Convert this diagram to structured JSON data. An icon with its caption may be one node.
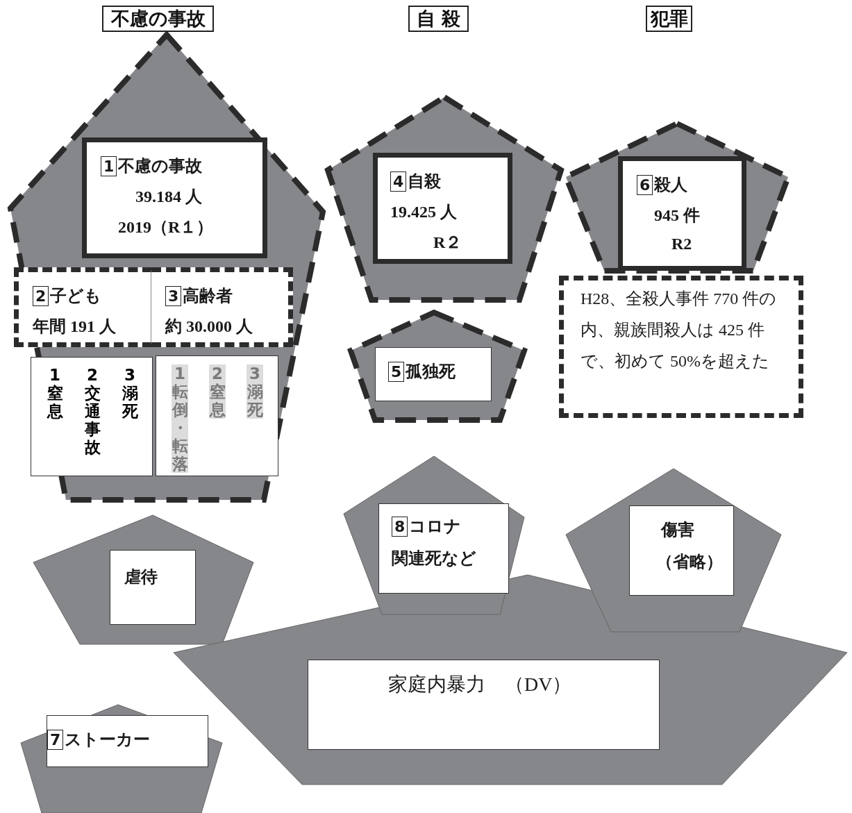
{
  "diagram": {
    "nodes": [
      {
        "text": [
          "不慮の事故"
        ]
      },
      {
        "text": [
          "自 殺"
        ]
      },
      {
        "text": [
          "犯罪"
        ]
      },
      {
        "text": [],
        "shape": "pentagon"
      },
      {
        "text": [
          "1",
          "不慮の事故",
          "39.184 人",
          "2019（R１）"
        ],
        "in": 3
      },
      {
        "text": [
          "2",
          "子ども",
          "年間 191 人"
        ],
        "in": 3
      },
      {
        "text": [
          "3",
          "高齢者",
          "約 30.000 人"
        ],
        "in": 3
      },
      {
        "text": [
          "1 窒息",
          "2 交通事故",
          "3 溺死"
        ],
        "in": 3
      },
      {
        "text": [
          "1 転倒・転落",
          "2 窒息",
          "3 溺死"
        ],
        "in": 3
      },
      {
        "text": [],
        "shape": "pentagon"
      },
      {
        "text": [
          "4",
          "自殺",
          "19.425 人",
          "R２"
        ],
        "in": 9
      },
      {
        "text": [],
        "shape": "pentagon"
      },
      {
        "text": [
          "5",
          "孤独死"
        ],
        "in": 11
      },
      {
        "text": [],
        "shape": "pentagon"
      },
      {
        "text": [
          "6",
          "殺人",
          "945 件",
          "R2"
        ],
        "in": 13
      },
      {
        "text": [
          "H28、全殺人事件 770 件の内、親族間殺人は 425 件で、初めて 50%を超えた"
        ]
      },
      {
        "text": [],
        "shape": "pentagon"
      },
      {
        "text": [
          "8",
          "コロナ",
          "関連死など"
        ],
        "in": 16
      },
      {
        "text": [],
        "shape": "pentagon"
      },
      {
        "text": [
          "傷害",
          "（省略）"
        ],
        "in": 18
      },
      {
        "text": [],
        "shape": "pentagon"
      },
      {
        "text": [
          "虐待"
        ],
        "in": 20
      },
      {
        "text": [],
        "shape": "pentagon"
      },
      {
        "text": [
          "家庭内暴力　（DV）"
        ],
        "in": 22
      },
      {
        "text": [],
        "shape": "pentagon"
      },
      {
        "text": [
          "7",
          "ストーカー"
        ],
        "in": 24
      }
    ]
  }
}
